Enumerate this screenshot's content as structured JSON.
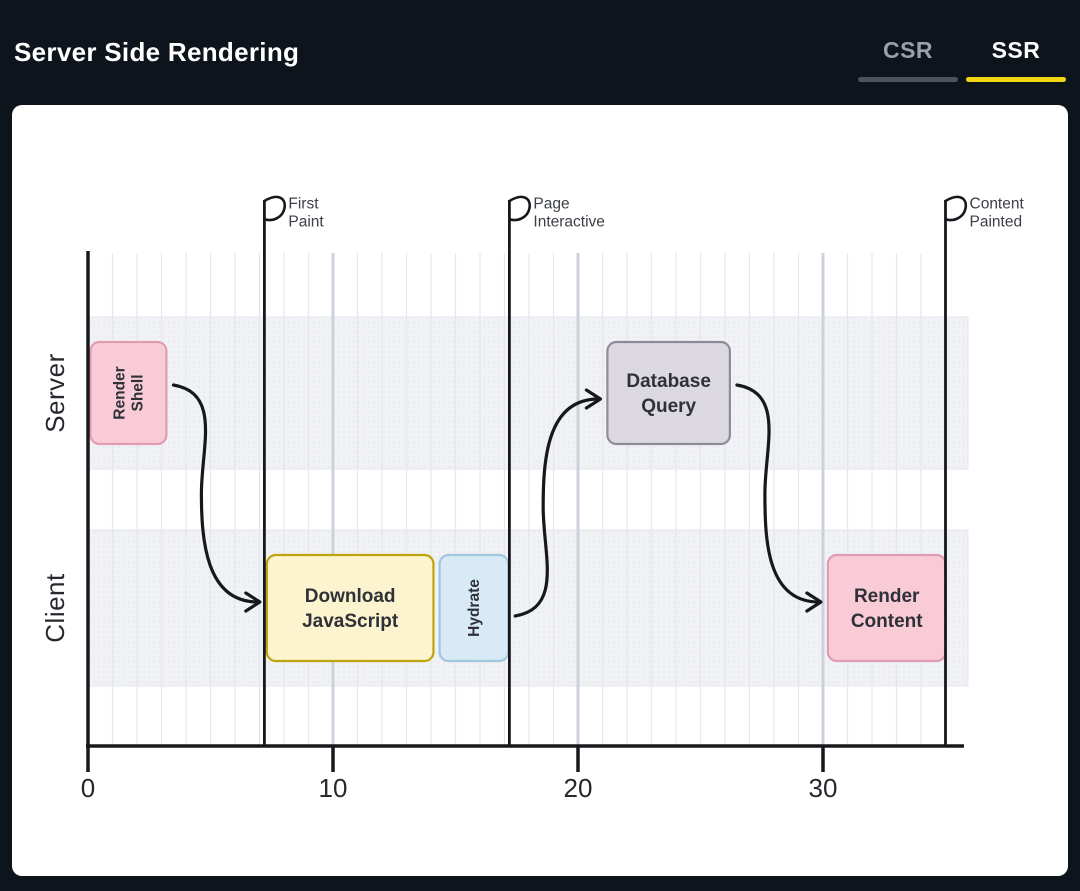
{
  "header": {
    "title": "Server Side Rendering",
    "tabs": [
      {
        "label": "CSR",
        "active": false
      },
      {
        "label": "SSR",
        "active": true
      }
    ],
    "active_tab_color": "#fbfbfc",
    "inactive_tab_color": "#9aa0a7",
    "active_underline_color": "#f2d60e",
    "inactive_underline_color": "#4d535a",
    "background": "#0e141c"
  },
  "chart_data": {
    "type": "timeline",
    "title": "Server Side Rendering",
    "lanes": [
      "Server",
      "Client"
    ],
    "x_ticks": [
      0,
      10,
      20,
      30
    ],
    "x_range": [
      0,
      36
    ],
    "grid": true,
    "legend_position": "none",
    "milestones": [
      {
        "label": "First Paint",
        "t": 7.2
      },
      {
        "label": "Page Interactive",
        "t": 17.2
      },
      {
        "label": "Content Painted",
        "t": 35
      }
    ],
    "tasks": [
      {
        "id": "render-shell",
        "label": "Render Shell",
        "lane": "Server",
        "start": 0.1,
        "end": 3.2,
        "color": "pink",
        "vertical_text": true
      },
      {
        "id": "download-javascript",
        "label": "Download JavaScript",
        "lane": "Client",
        "start": 7.3,
        "end": 14.1,
        "color": "yellow",
        "vertical_text": false
      },
      {
        "id": "hydrate",
        "label": "Hydrate",
        "lane": "Client",
        "start": 14.35,
        "end": 17.15,
        "color": "blue",
        "vertical_text": true
      },
      {
        "id": "database-query",
        "label": "Database Query",
        "lane": "Server",
        "start": 21.2,
        "end": 26.2,
        "color": "gray",
        "vertical_text": false
      },
      {
        "id": "render-content",
        "label": "Render Content",
        "lane": "Client",
        "start": 30.2,
        "end": 35,
        "color": "pink",
        "vertical_text": false
      }
    ],
    "arrows": [
      {
        "from": "render-shell",
        "to": "download-javascript"
      },
      {
        "from": "hydrate",
        "to": "database-query"
      },
      {
        "from": "database-query",
        "to": "render-content"
      }
    ],
    "palette": {
      "pink": {
        "fill": "#f9cbd7",
        "stroke": "#e09cb1"
      },
      "yellow": {
        "fill": "#fbf4cf",
        "stroke": "#bfa40f"
      },
      "blue": {
        "fill": "#d8eaf6",
        "stroke": "#a4c6da"
      },
      "gray": {
        "fill": "#dcd8e0",
        "stroke": "#8f8a97"
      },
      "band": "#f1f2f5",
      "band_dot": "#e2e4ea",
      "grid_minor": "#e4e7ee",
      "grid_major": "#ccd2dc",
      "ink": "#17181c",
      "task_text": "#2e3137",
      "axis_text": "#26282e",
      "flag_text": "#3c4046"
    }
  }
}
